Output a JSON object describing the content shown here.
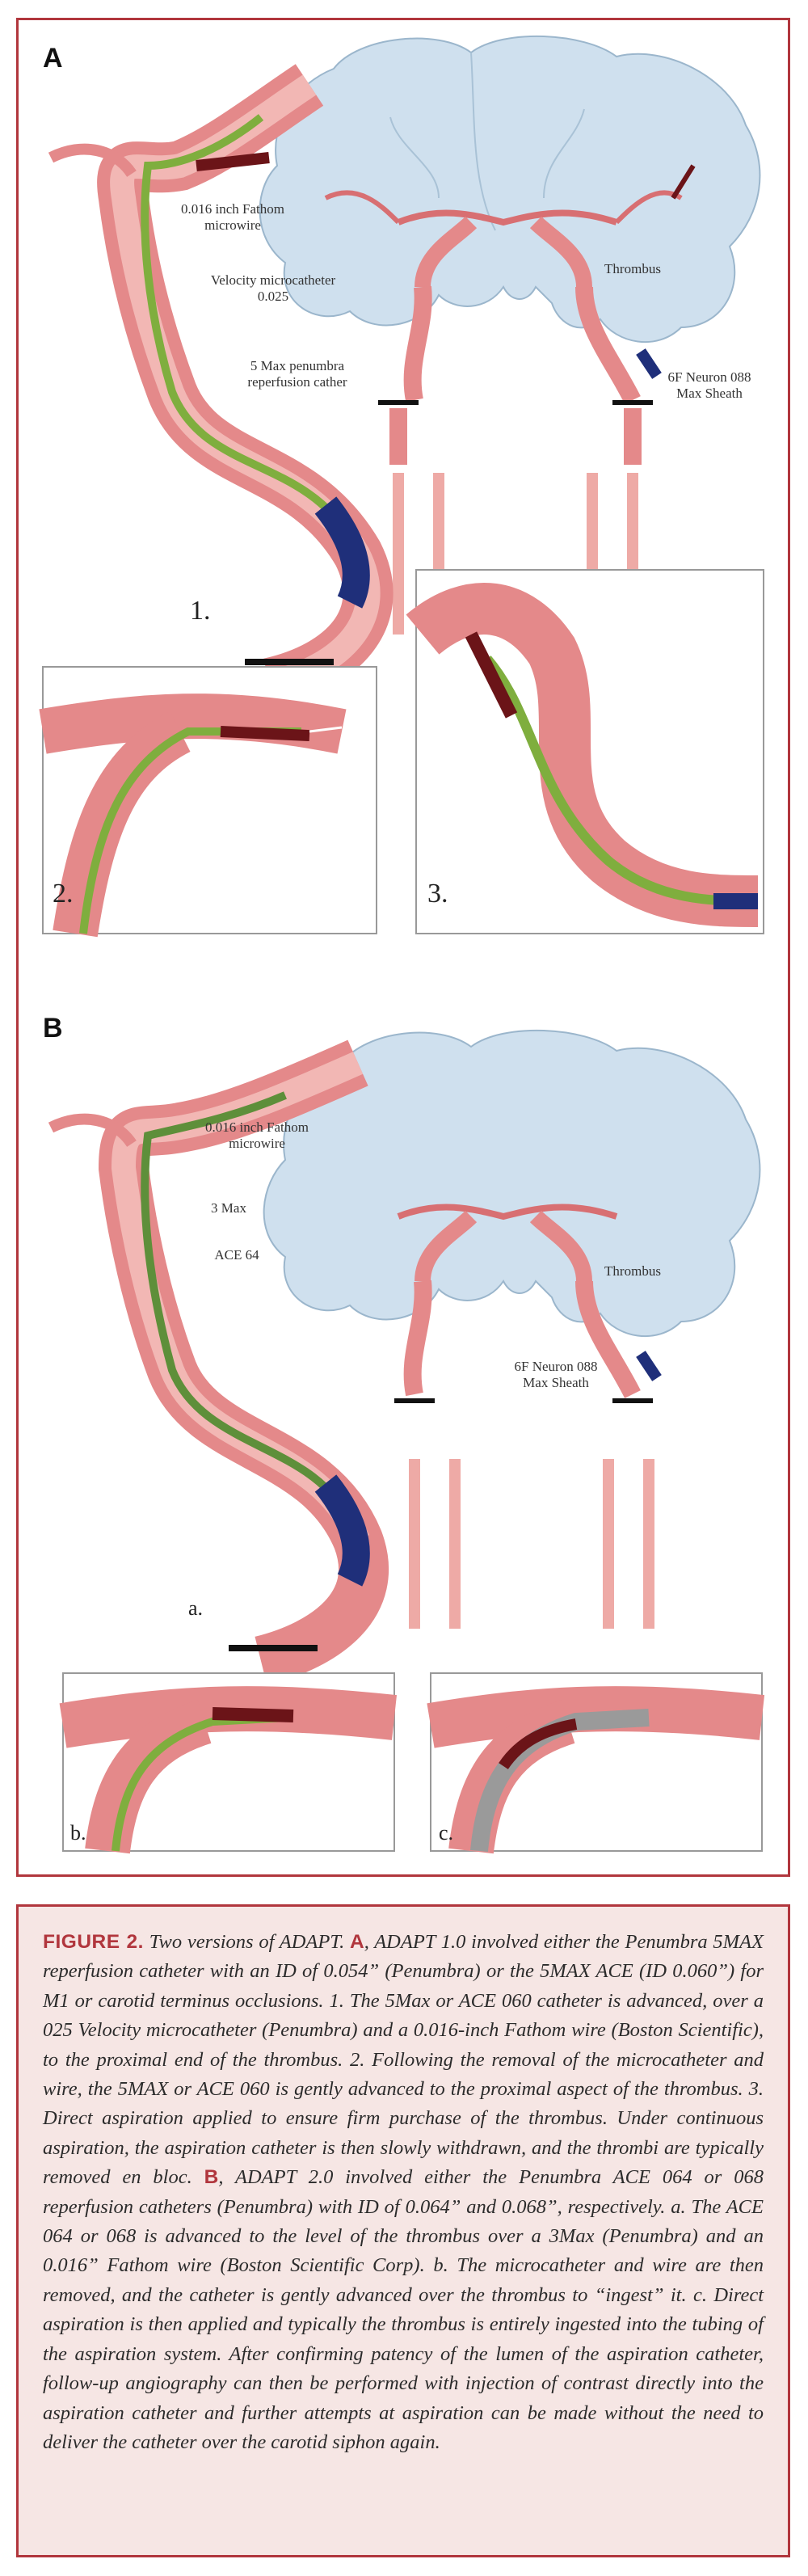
{
  "figure": {
    "panel_a": {
      "label": "A",
      "annotations": {
        "wire": "0.016 inch Fathom microwire",
        "velocity": "Velocity microcatheter 0.025",
        "max5": "5 Max penumbra reperfusion cather",
        "thrombus": "Thrombus",
        "sheath": "6F Neuron 088 Max Sheath"
      },
      "steps": [
        "1.",
        "2.",
        "3."
      ]
    },
    "panel_b": {
      "label": "B",
      "annotations": {
        "wire": "0.016 inch Fathom microwire",
        "max3": "3 Max",
        "ace64": "ACE 64",
        "thrombus": "Thrombus",
        "sheath": "6F Neuron 088 Max Sheath"
      },
      "steps": [
        "a.",
        "b.",
        "c."
      ]
    }
  },
  "caption": {
    "heading": "FIGURE 2.",
    "intro": "Two versions of ADAPT.",
    "letter_a": "A",
    "text_a": ", ADAPT 1.0 involved either the Penumbra 5MAX reperfusion catheter with an ID of 0.054” (Penumbra) or the 5MAX ACE (ID 0.060”) for M1 or carotid terminus occlusions. 1. The 5Max or ACE 060 catheter is advanced, over a 025 Velocity microcatheter (Penumbra) and a 0.016-inch Fathom wire (Boston Scientific), to the proximal end of the thrombus. 2. Following the removal of the microcatheter and wire, the 5MAX or ACE 060 is gently advanced to the proximal aspect of the thrombus. 3. Direct aspiration applied to ensure firm purchase of the thrombus. Under continuous aspiration, the aspiration catheter is then slowly withdrawn, and the thrombi are typically removed en bloc.",
    "letter_b": "B",
    "text_b": ", ADAPT 2.0 involved either the Penumbra ACE 064 or 068 reperfusion catheters (Penumbra) with ID of 0.064” and 0.068”, respectively. a. The ACE 064 or 068 is advanced to the level of the thrombus over a 3Max (Penumbra) and an 0.016” Fathom wire (Boston Scientific Corp). b. The microcatheter and wire are then removed, and the catheter is gently advanced over the thrombus to “ingest” it. c. Direct aspiration is then applied and typically the thrombus is entirely ingested into the tubing of the aspiration system. After confirming patency of the lumen of the aspiration catheter, follow-up angiography can then be performed with injection of contrast directly into the aspiration catheter and further attempts at aspiration can be made without the need to deliver the catheter over the carotid siphon again."
  },
  "colors": {
    "frame": "#b1363d",
    "caption_bg": "#f6e6e4",
    "vessel": "#e4898a",
    "vessel_light": "#f2b7b4",
    "brain": "#cfe0ee",
    "catheter_green": "#7fae3e",
    "catheter_blue": "#1f2f7a",
    "thrombus": "#6b1418"
  }
}
